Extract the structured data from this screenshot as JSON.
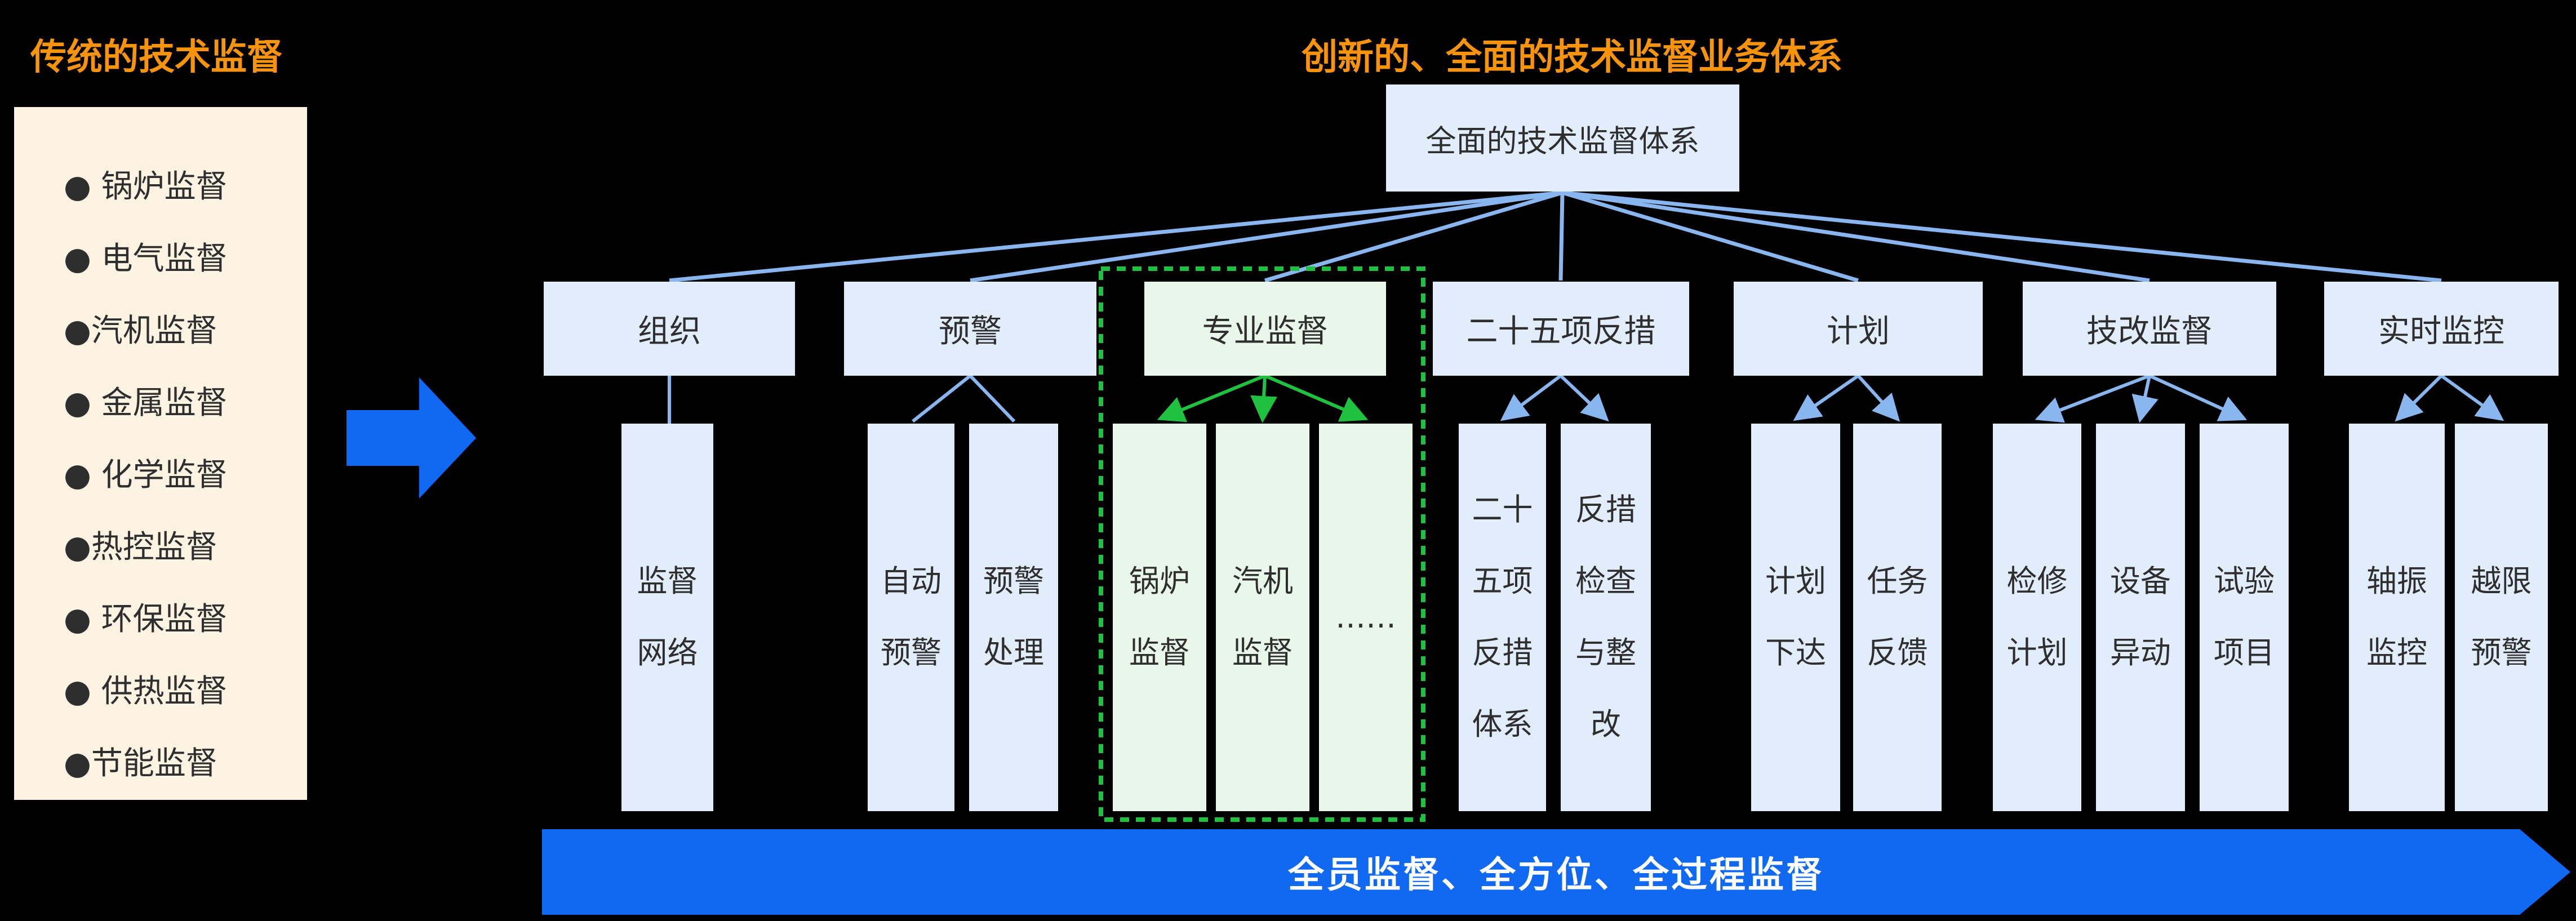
{
  "left_panel": {
    "title": "传统的技术监督",
    "items": [
      "● 锅炉监督",
      "● 电气监督",
      "●汽机监督",
      "● 金属监督",
      "● 化学监督",
      "●热控监督",
      "● 环保监督",
      "● 供热监督",
      "●节能监督"
    ]
  },
  "right_section": {
    "title": "创新的、全面的技术监督业务体系"
  },
  "tree": {
    "root": "全面的技术监督体系",
    "categories": [
      {
        "label": "组织",
        "children": [
          "监督网络"
        ]
      },
      {
        "label": "预警",
        "children": [
          "自动预警",
          "预警处理"
        ]
      },
      {
        "label": "专业监督",
        "highlighted": true,
        "children": [
          "锅炉监督",
          "汽机监督",
          "……"
        ]
      },
      {
        "label": "二十五项反措",
        "children": [
          "二十五项反措体系",
          "反措检查与整改"
        ]
      },
      {
        "label": "计划",
        "children": [
          "计划下达",
          "任务反馈"
        ]
      },
      {
        "label": "技改监督",
        "children": [
          "检修计划",
          "设备异动",
          "试验项目"
        ]
      },
      {
        "label": "实时监控",
        "children": [
          "轴振监控",
          "越限预警"
        ]
      }
    ]
  },
  "banner": {
    "text": "全员监督、全方位、全过程监督"
  },
  "colors": {
    "orange_title": "#F7940C",
    "banner_blue": "#1169F1",
    "box_blue": "#E2EDFC",
    "box_green": "#E9F6EA",
    "line_blue": "#8AB6F0",
    "line_green": "#1FC13F",
    "panel_cream": "#FCF3E2",
    "text_dark": "#2E2E2E"
  }
}
